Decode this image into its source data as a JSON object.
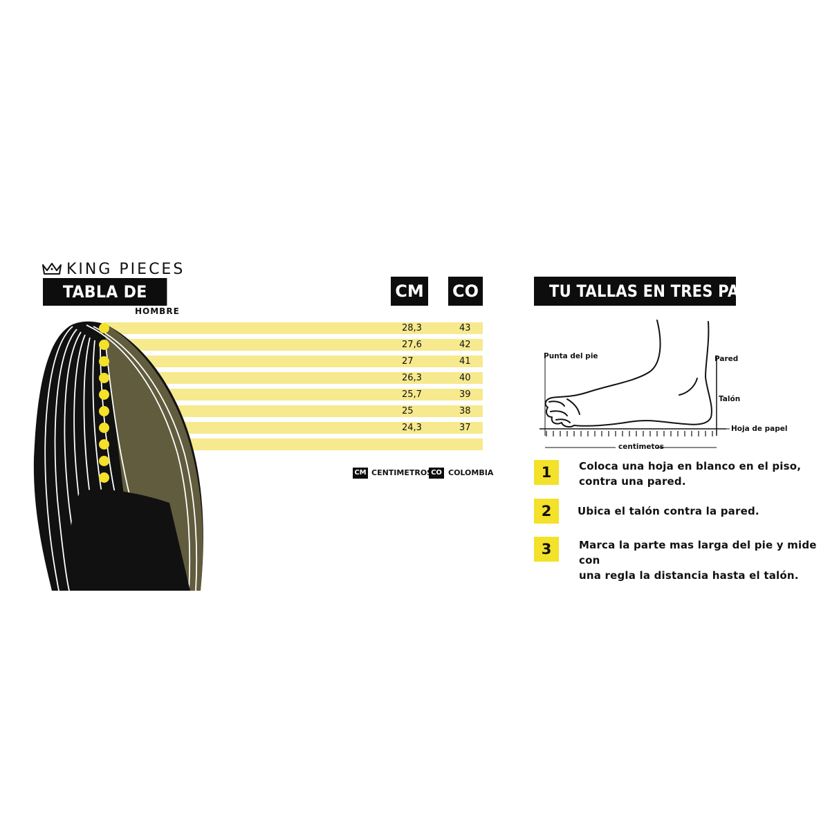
{
  "brand": {
    "name": "KING PIECES",
    "logo_icon": "crown-icon"
  },
  "size_table": {
    "title": "TABLA DE TALLAS",
    "subtitle": "HOMBRE",
    "column_headers": [
      "CM",
      "CO"
    ],
    "rows": [
      {
        "cm": "28,3",
        "co": "43"
      },
      {
        "cm": "27,6",
        "co": "42"
      },
      {
        "cm": "27",
        "co": "41"
      },
      {
        "cm": "26,3",
        "co": "40"
      },
      {
        "cm": "25,7",
        "co": "39"
      },
      {
        "cm": "25",
        "co": "38"
      },
      {
        "cm": "24,3",
        "co": "37"
      },
      {
        "cm": "",
        "co": ""
      }
    ],
    "legend": [
      {
        "abbr": "CM",
        "label": "CENTIMETROS"
      },
      {
        "abbr": "CO",
        "label": "COLOMBIA"
      }
    ]
  },
  "steps_section": {
    "title": "TU TALLAS EN TRES PASOS",
    "diagram": {
      "toe_label": "Punta del pie",
      "wall_label": "Pared",
      "heel_label": "Talón",
      "paper_label": "Hoja de papel",
      "ruler_label": "centimetos"
    },
    "steps": [
      {
        "number": "1",
        "text_lines": [
          "Coloca una hoja en blanco en el piso,",
          "contra una pared."
        ]
      },
      {
        "number": "2",
        "text_lines": [
          "Ubica el talón contra la pared."
        ]
      },
      {
        "number": "3",
        "text_lines": [
          "Marca la parte mas larga del pie y mide con",
          "una regla la distancia hasta el talón."
        ]
      }
    ]
  },
  "colors": {
    "accent_yellow": "#f3e12a",
    "band_yellow": "#f6e98e",
    "black": "#0d0d0d"
  }
}
